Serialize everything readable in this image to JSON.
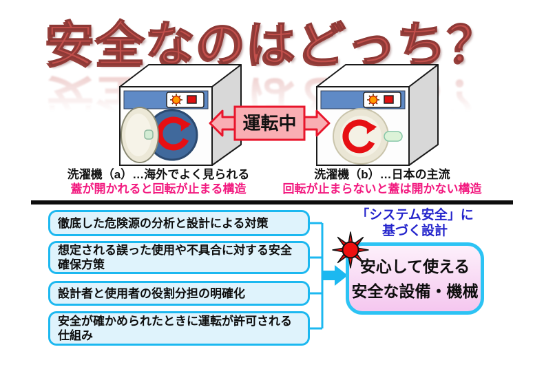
{
  "title": {
    "text": "安全なのはどっち？"
  },
  "machines": {
    "operating_label": "運転中",
    "a": {
      "caption": "洗濯機（a）…海外でよく見られる",
      "mechanism": "蓋が開かれると回転が止まる構造"
    },
    "b": {
      "caption": "洗濯機（b）…日本の主流",
      "mechanism": "回転が止まらないと蓋は開かない構造"
    }
  },
  "measures": {
    "items": [
      {
        "text": "徹底した危険源の分析と設計による対策"
      },
      {
        "text": "想定される誤った使用や不具合に対する安全確保方策"
      },
      {
        "text": "設計者と使用者の役割分担の明確化"
      },
      {
        "text": "安全が確かめられたときに運転が許可される仕組み"
      }
    ]
  },
  "result": {
    "heading_line1": "「システム安全」に",
    "heading_line2": "基づく設計",
    "box_line1": "安心して使える",
    "box_line2": "安全な設備・機械"
  },
  "icons": {
    "sun_indicator": "sun-indicator",
    "stop_button": "stop-button",
    "rotation_arrow": "rotation-arrow",
    "sunburst": "sunburst",
    "flow_arrow": "flow-arrow",
    "double_arrow": "double-headed-arrow"
  },
  "colors": {
    "title_red": "#c3504c",
    "accent_pink": "#f2197f",
    "cyan_line": "#1cb8f0",
    "blue_text": "#2424cc",
    "measure_fill": "#dff3fc",
    "operating_fill": "#f9aeb3",
    "operating_border": "#e8152b",
    "drum_blue": "#40699c",
    "panel_blue": "#5f8ac6",
    "result_border": "#2cc3f4"
  }
}
